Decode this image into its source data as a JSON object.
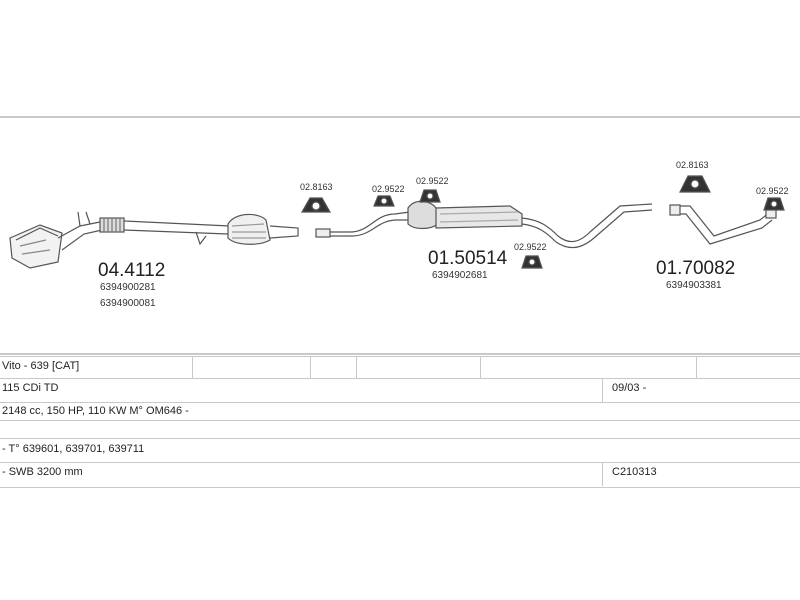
{
  "parts": {
    "catalytic_converter": {
      "number": "04.4112",
      "oem1": "6394900281",
      "oem2": "6394900081"
    },
    "centre_silencer": {
      "number": "01.50514",
      "oem": "6394902681"
    },
    "rear_pipe": {
      "number": "01.70082",
      "oem": "6394903381"
    },
    "clamp_a": {
      "number": "02.8163"
    },
    "rubber_a": {
      "number": "02.9522"
    },
    "rubber_b": {
      "number": "02.9522"
    },
    "rubber_c": {
      "number": "02.9522"
    },
    "clamp_b": {
      "number": "02.8163"
    },
    "rubber_d": {
      "number": "02.9522"
    }
  },
  "info_table": {
    "model": "Vito - 639  [CAT]",
    "engine_variant": "115 CDi TD",
    "date_range": "09/03 -",
    "engine_spec": "2148 cc, 150 HP, 110 KW M° OM646 -",
    "types": "- T° 639601, 639701, 639711",
    "wheelbase": "- SWB 3200 mm",
    "ref_code": "C210313"
  }
}
